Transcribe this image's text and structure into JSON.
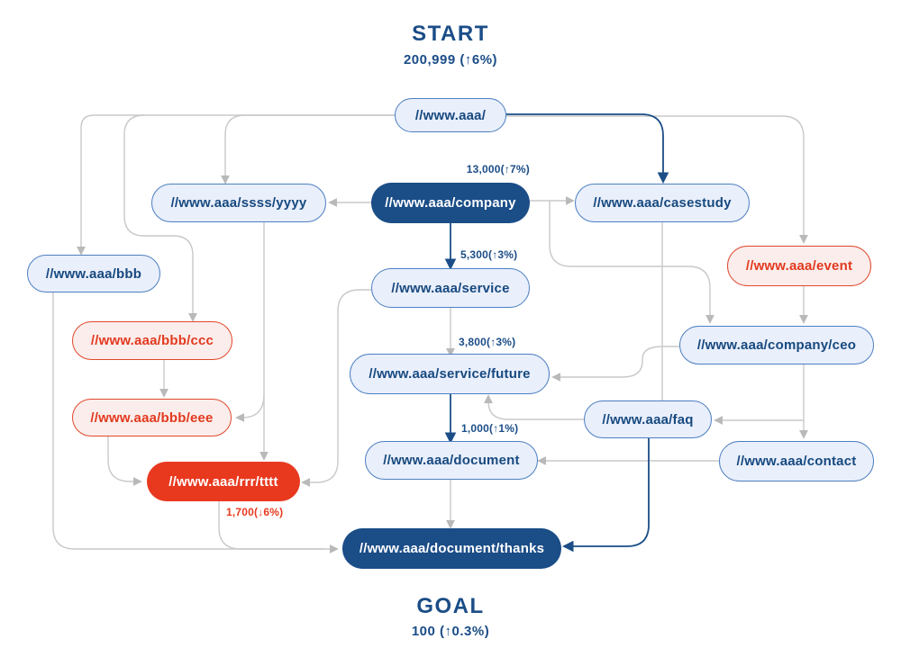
{
  "start": {
    "title": "START",
    "value": "200,999 (↑6%)"
  },
  "goal": {
    "title": "GOAL",
    "value": "100 (↑0.3%)"
  },
  "nodes": [
    {
      "id": "www-aaa",
      "label": "//www.aaa/"
    },
    {
      "id": "company",
      "label": "//www.aaa/company"
    },
    {
      "id": "ssss-yyyy",
      "label": "//www.aaa/ssss/yyyy"
    },
    {
      "id": "casestudy",
      "label": "//www.aaa/casestudy"
    },
    {
      "id": "bbb",
      "label": "//www.aaa/bbb"
    },
    {
      "id": "event",
      "label": "//www.aaa/event"
    },
    {
      "id": "bbb-ccc",
      "label": "//www.aaa/bbb/ccc"
    },
    {
      "id": "service",
      "label": "//www.aaa/service"
    },
    {
      "id": "company-ceo",
      "label": "//www.aaa/company/ceo"
    },
    {
      "id": "bbb-eee",
      "label": "//www.aaa/bbb/eee"
    },
    {
      "id": "service-future",
      "label": "//www.aaa/service/future"
    },
    {
      "id": "faq",
      "label": "//www.aaa/faq"
    },
    {
      "id": "rrr-tttt",
      "label": "//www.aaa/rrr/tttt"
    },
    {
      "id": "document",
      "label": "//www.aaa/document"
    },
    {
      "id": "contact",
      "label": "//www.aaa/contact"
    },
    {
      "id": "document-thanks",
      "label": "//www.aaa/document/thanks"
    }
  ],
  "edge_labels": [
    {
      "text": "13,000(↑7%)",
      "edge": "into company"
    },
    {
      "text": "5,300(↑3%)",
      "edge": "company to service"
    },
    {
      "text": "3,800(↑3%)",
      "edge": "service to service/future"
    },
    {
      "text": "1,000(↑1%)",
      "edge": "service/future to document"
    },
    {
      "text": "1,700(↓6%)",
      "edge": "rrr/tttt to document/thanks"
    }
  ],
  "edges": [
    {
      "from": "www-aaa",
      "to": "bbb",
      "color": "gray"
    },
    {
      "from": "www-aaa",
      "to": "bbb-ccc",
      "color": "gray"
    },
    {
      "from": "www-aaa",
      "to": "ssss-yyyy",
      "color": "gray"
    },
    {
      "from": "www-aaa",
      "to": "casestudy",
      "color": "navy"
    },
    {
      "from": "www-aaa",
      "to": "event",
      "color": "gray"
    },
    {
      "from": "company",
      "to": "ssss-yyyy",
      "color": "gray"
    },
    {
      "from": "company",
      "to": "casestudy",
      "color": "gray"
    },
    {
      "from": "company",
      "to": "company-ceo",
      "color": "gray"
    },
    {
      "from": "company",
      "to": "service",
      "color": "navy"
    },
    {
      "from": "event",
      "to": "company-ceo",
      "color": "gray"
    },
    {
      "from": "company-ceo",
      "to": "contact",
      "color": "gray"
    },
    {
      "from": "company-ceo",
      "to": "faq",
      "color": "gray"
    },
    {
      "from": "company-ceo",
      "to": "service-future",
      "color": "gray"
    },
    {
      "from": "casestudy",
      "to": "faq",
      "color": "gray"
    },
    {
      "from": "faq",
      "to": "service-future",
      "color": "gray"
    },
    {
      "from": "service",
      "to": "service-future",
      "color": "gray"
    },
    {
      "from": "service",
      "to": "rrr-tttt",
      "color": "gray"
    },
    {
      "from": "service-future",
      "to": "document",
      "color": "navy"
    },
    {
      "from": "contact",
      "to": "document",
      "color": "gray"
    },
    {
      "from": "ssss-yyyy",
      "to": "rrr-tttt",
      "color": "gray"
    },
    {
      "from": "ssss-yyyy",
      "to": "bbb-eee",
      "color": "gray"
    },
    {
      "from": "bbb-ccc",
      "to": "bbb-eee",
      "color": "gray"
    },
    {
      "from": "bbb-eee",
      "to": "rrr-tttt",
      "color": "gray"
    },
    {
      "from": "bbb",
      "to": "document-thanks",
      "color": "gray"
    },
    {
      "from": "rrr-tttt",
      "to": "document-thanks",
      "color": "gray"
    },
    {
      "from": "document",
      "to": "document-thanks",
      "color": "gray"
    },
    {
      "from": "faq",
      "to": "document-thanks",
      "color": "navy"
    }
  ],
  "colors": {
    "navy": "#1b4d87",
    "blue_fill": "#e9effb",
    "blue_border": "#4c7fc0",
    "red": "#e8391f",
    "red_fill": "#faedeb",
    "red_border": "#e0482c",
    "gray_line": "#c9c9c9",
    "gray_arrow": "#b9b9b9"
  }
}
